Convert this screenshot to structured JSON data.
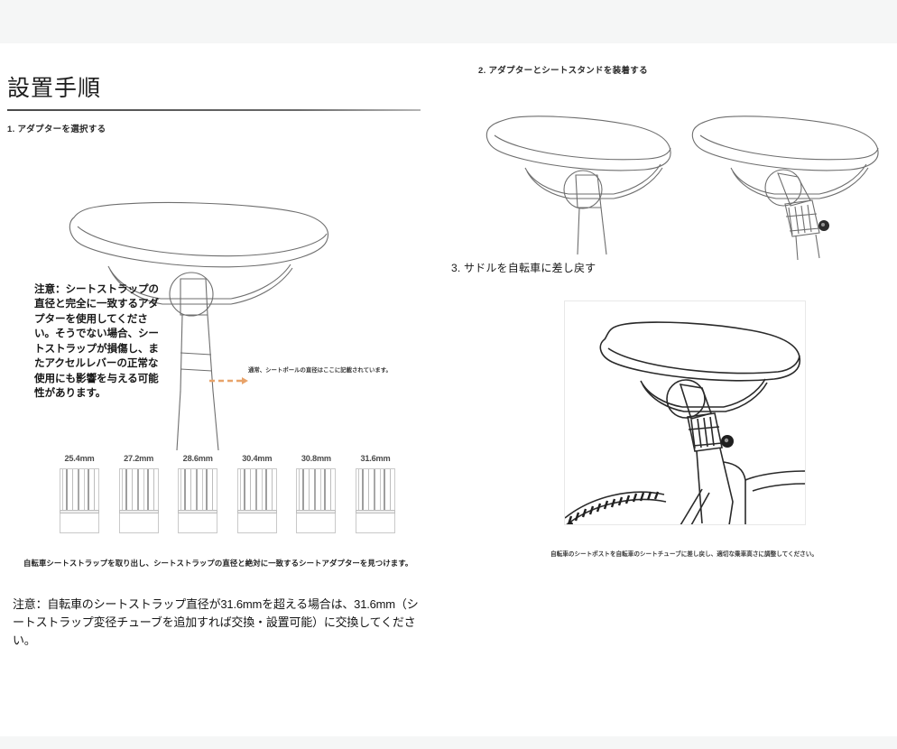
{
  "document": {
    "title": "設置手順",
    "left": {
      "step1_label": "1. アダプターを選択する",
      "note": "注意：シートストラップの直径と完全に一致するアダプターを使用してください。そうでない場合、シートストラップが損傷し、またアクセルレバーの正常な使用にも影響を与える可能性があります。",
      "callout": "通常、シートポールの直径はここに記載されています。",
      "adapters": [
        {
          "size": "25.4mm"
        },
        {
          "size": "27.2mm"
        },
        {
          "size": "28.6mm"
        },
        {
          "size": "30.4mm"
        },
        {
          "size": "30.8mm"
        },
        {
          "size": "31.6mm"
        }
      ],
      "caption": "自転車シートストラップを取り出し、シートストラップの直径と絶対に一致するシートアダプターを見つけます。",
      "warning": "注意：自転車のシートストラップ直径が31.6mmを超える場合は、31.6mm（シートストラップ変径チューブを追加すれば交換・設置可能）に交換してください。"
    },
    "right": {
      "step2_label": "2. アダプターとシートスタンドを装着する",
      "step3_label": "3. サドルを自転車に差し戻す",
      "caption": "自転車のシートポストを自転車のシートチューブに差し戻し、適切な乗車高さに調整してください。"
    }
  },
  "colors": {
    "page_background": "#f5f6f6",
    "sheet_background": "#ffffff",
    "text_primary": "#141414",
    "line_art": "#6e6e6e",
    "accent_dashed": "#e8a36a"
  }
}
